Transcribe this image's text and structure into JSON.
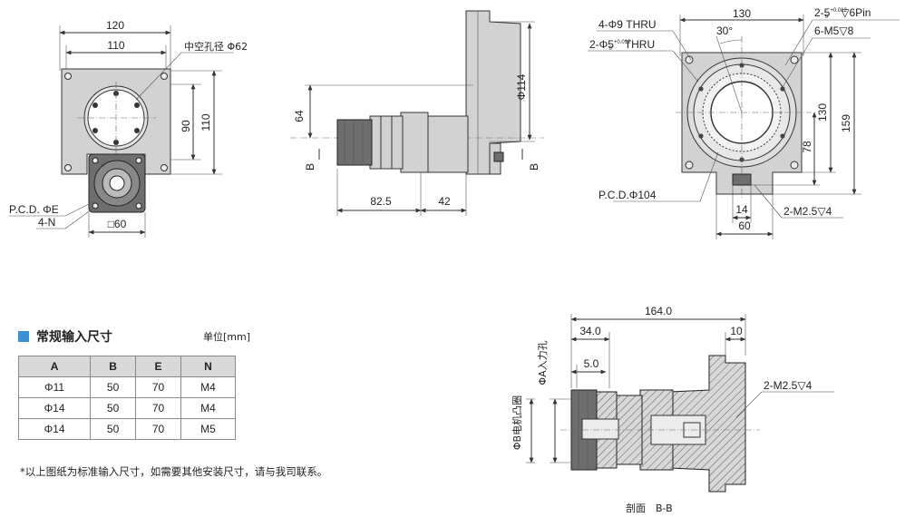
{
  "view1": {
    "dim_width_outer": "120",
    "dim_width_inner": "110",
    "hollow_label": "中空孔径 Φ62",
    "dim_height_inner": "90",
    "dim_height_outer": "110",
    "pcd_label": "P.C.D. ΦE",
    "n_label": "4-N",
    "square_label": "□60"
  },
  "view2": {
    "dim_64": "64",
    "dim_phi114": "Φ114",
    "dim_82_5": "82.5",
    "dim_42": "42",
    "section_mark": "B"
  },
  "view3": {
    "dim_130_top": "130",
    "angle_30": "30°",
    "thru_9": "4-Φ9 THRU",
    "thru_5": "2-Φ5",
    "thru_5_tol": "+0.012",
    "thru_5_tol2": "0",
    "thru_5_suffix": "THRU",
    "pin_label": "2-5",
    "pin_tol": "+0.012",
    "pin_tol2": "0",
    "pin_suffix": "▽6Pin",
    "m5_label": "6-M5▽8",
    "dim_130_side": "130",
    "dim_159": "159",
    "dim_78": "78",
    "pcd104": "P.C.D.Φ104",
    "dim_14": "14",
    "dim_60": "60",
    "m25_label": "2-M2.5▽4"
  },
  "section": {
    "dim_164": "164.0",
    "dim_34": "34.0",
    "dim_10": "10",
    "dim_5": "5.0",
    "phiA_label": "ΦA入力孔",
    "phiB_label": "ΦB电机凸圈",
    "m25_label": "2-M2.5▽4",
    "title": "剖面　B-B"
  },
  "table": {
    "title": "常规输入尺寸",
    "unit": "单位[mm]",
    "headers": [
      "A",
      "B",
      "E",
      "N"
    ],
    "rows": [
      [
        "Φ11",
        "50",
        "70",
        "M4"
      ],
      [
        "Φ14",
        "50",
        "70",
        "M4"
      ],
      [
        "Φ14",
        "50",
        "70",
        "M5"
      ]
    ]
  },
  "note": "*以上图纸为标准输入尺寸，如需要其他安装尺寸，请与我司联系。",
  "colors": {
    "accent": "#3d8fd6",
    "header_fill": "#d9d9d9"
  }
}
